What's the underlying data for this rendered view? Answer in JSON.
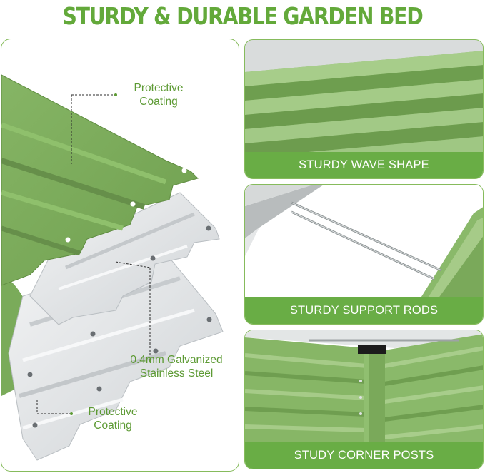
{
  "title": "STURDY & DURABLE GARDEN BED",
  "colors": {
    "brand_green": "#63a93a",
    "caption_green": "#69ad45",
    "panel_green": "#7aab5a",
    "steel": "#e4e6e8"
  },
  "left_panel": {
    "top_label": [
      "Protective",
      "Coating"
    ],
    "middle_label": [
      "0.4mm Galvanized",
      "Stainless Steel"
    ],
    "bottom_label": [
      "Protective",
      "Coating"
    ]
  },
  "cards": [
    {
      "caption": "STURDY WAVE SHAPE"
    },
    {
      "caption": "STURDY SUPPORT RODS"
    },
    {
      "caption": "STUDY CORNER POSTS"
    }
  ]
}
